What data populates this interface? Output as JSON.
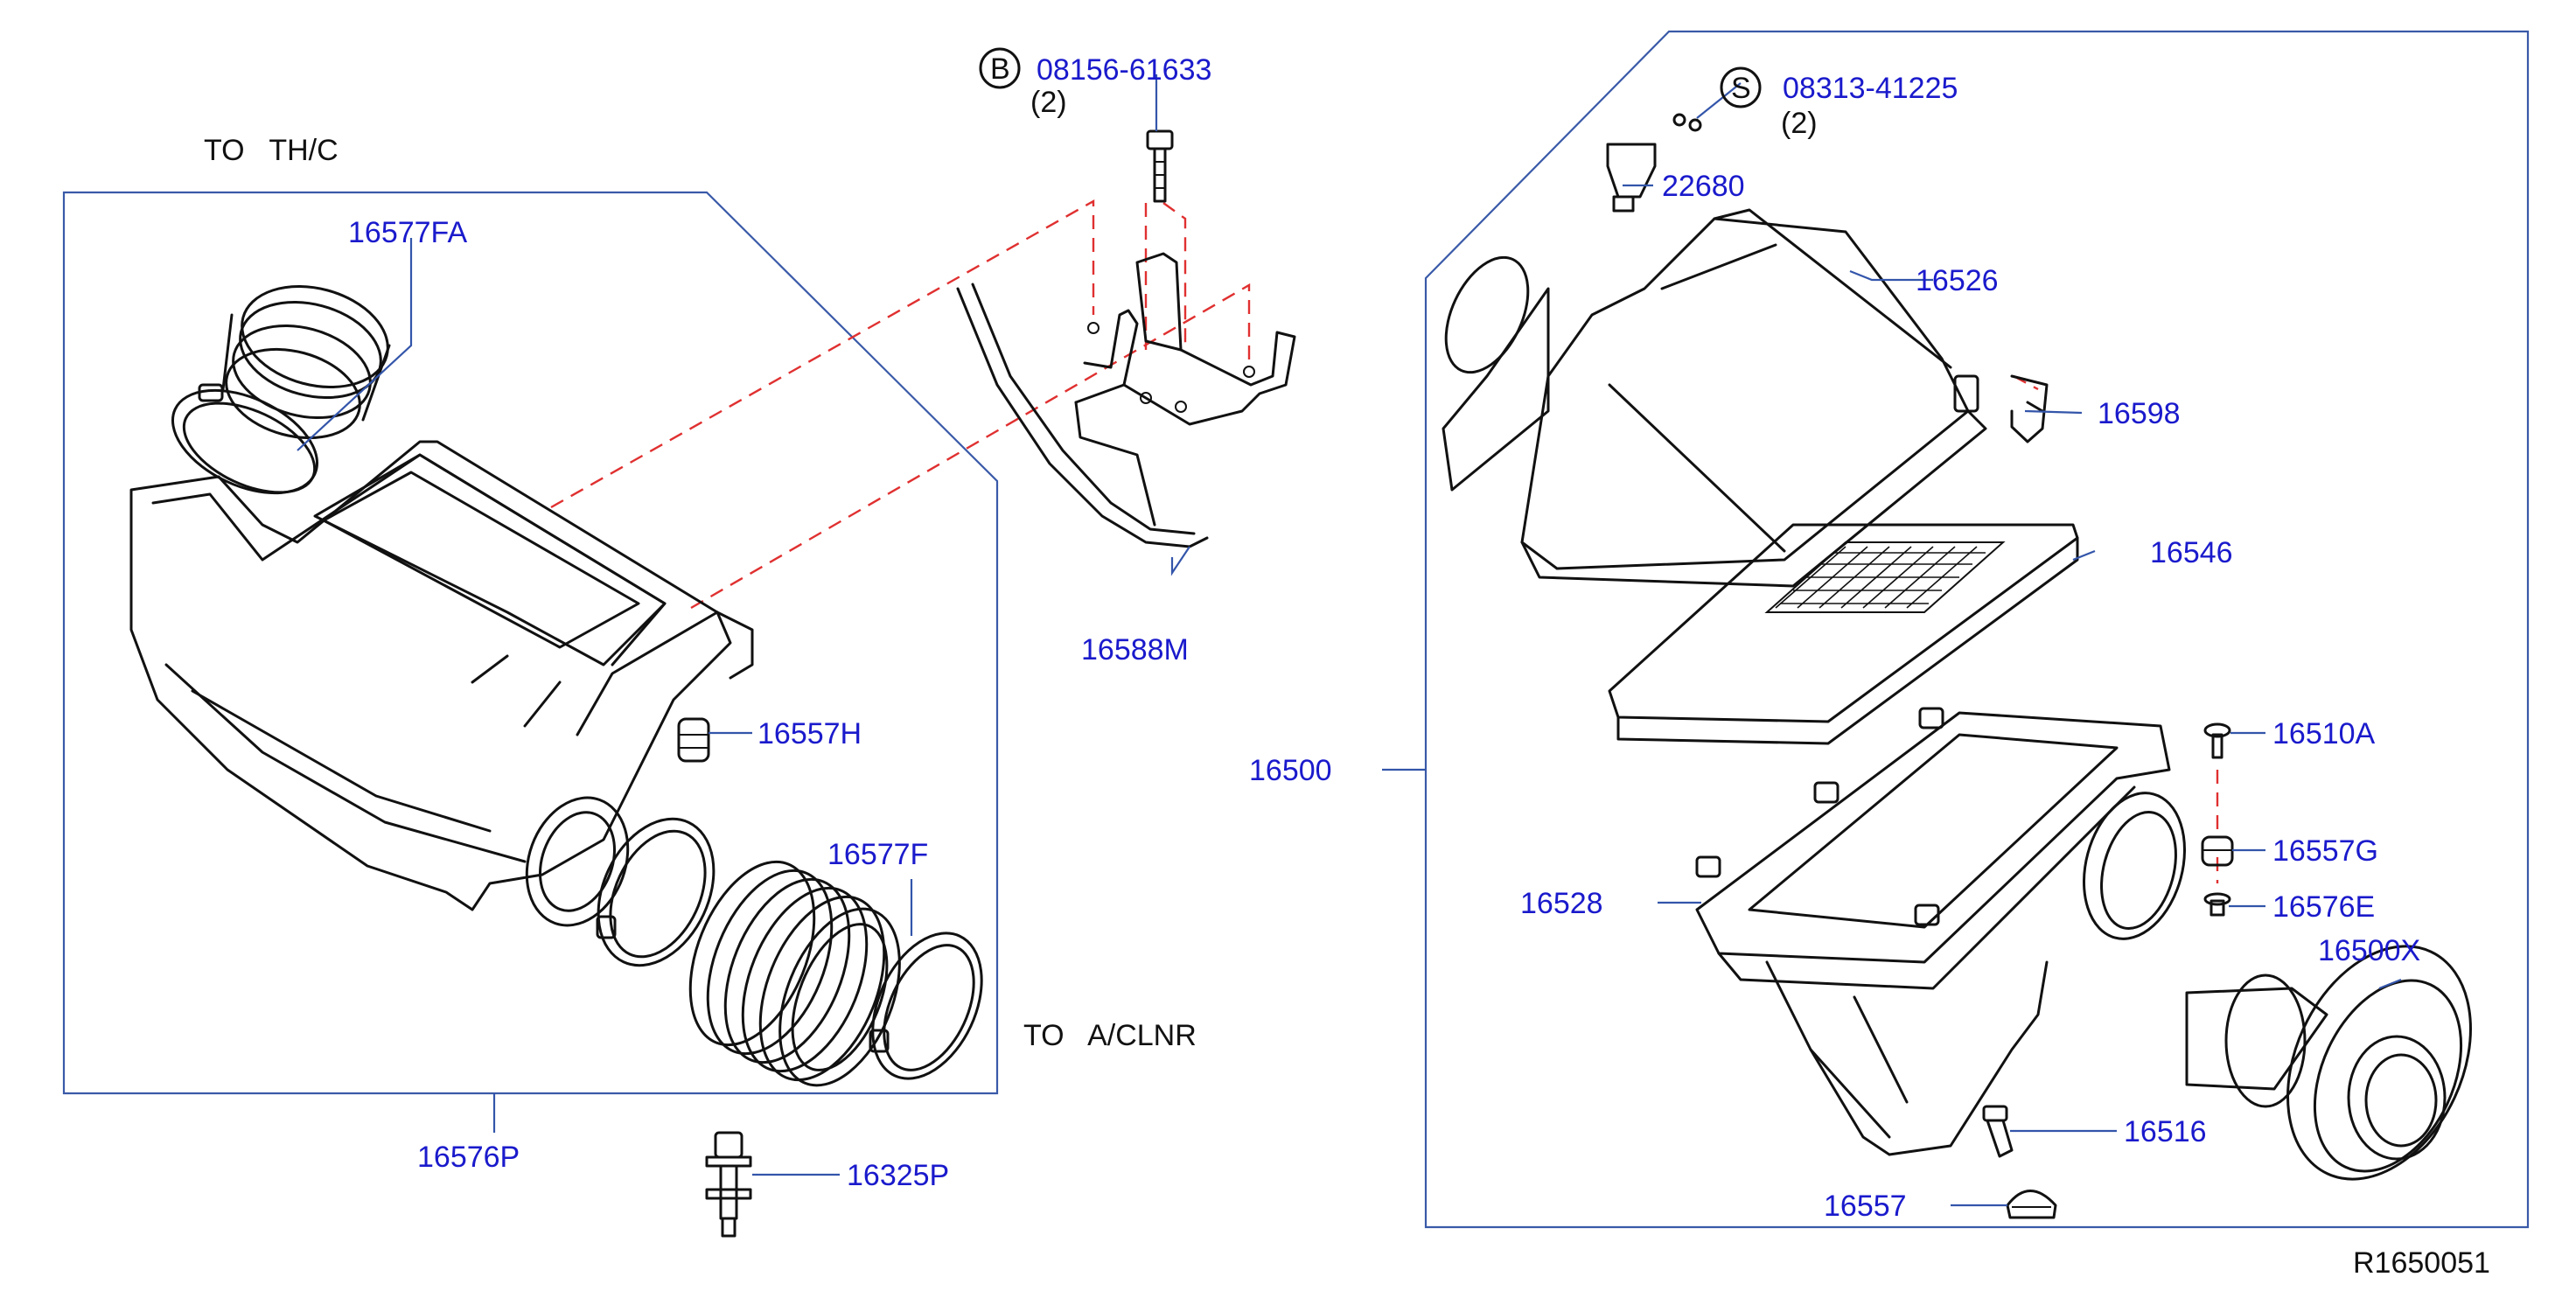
{
  "notes": {
    "to_throttle": "TO   TH/C",
    "to_cleaner": "TO   A/CLNR",
    "bolt_qty": "(2)",
    "screw_qty": "(2)",
    "bolt_symbol": "B",
    "screw_symbol": "S",
    "diagram_id": "R1650051"
  },
  "parts": {
    "p16577FA": "16577FA",
    "p08156": "08156-61633",
    "p08313": "08313-41225",
    "p22680": "22680",
    "p16526": "16526",
    "p16598": "16598",
    "p16546": "16546",
    "p16588M": "16588M",
    "p16557H": "16557H",
    "p16577F": "16577F",
    "p16500": "16500",
    "p16510A": "16510A",
    "p16557G": "16557G",
    "p16528": "16528",
    "p16576E": "16576E",
    "p16500X": "16500X",
    "p16516": "16516",
    "p16576P": "16576P",
    "p16325P": "16325P",
    "p16557": "16557"
  },
  "colors": {
    "part_number": "#1a1acc",
    "outline": "#3a5aa8",
    "reference_dash": "#e03030",
    "linework": "#111111"
  }
}
